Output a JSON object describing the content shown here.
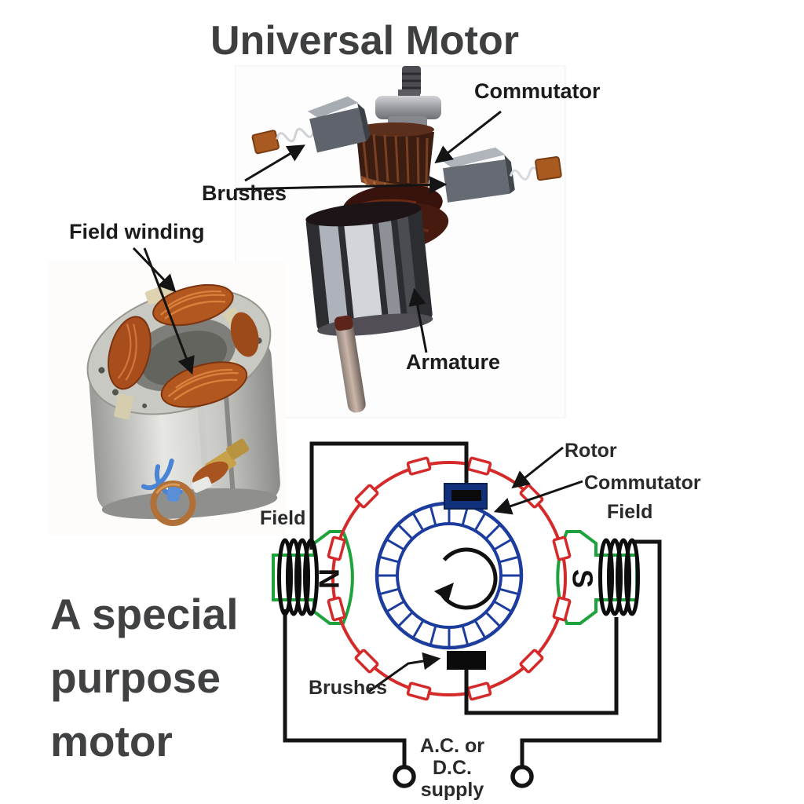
{
  "title": "Universal Motor",
  "photo_section": {
    "commutator_label": "Commutator",
    "brushes_label": "Brushes",
    "field_winding_label": "Field winding",
    "armature_label": "Armature"
  },
  "schematic": {
    "rotor_label": "Rotor",
    "commutator_label": "Commutator",
    "field_left_label": "Field",
    "field_right_label": "Field",
    "brushes_label": "Brushes",
    "supply_label_line1": "A.C. or D.C.",
    "supply_label_line2": "supply",
    "north_pole": "N",
    "south_pole": "S",
    "colors": {
      "stator_ring": "#d42a2a",
      "commutator_ring": "#1d3d9e",
      "field_pole": "#1ea23c",
      "wire": "#141414",
      "brush_top": "#10307c",
      "brush_bottom": "#0b0b0b"
    }
  },
  "caption": {
    "line1": "A special",
    "line2": "purpose",
    "line3": "motor"
  }
}
